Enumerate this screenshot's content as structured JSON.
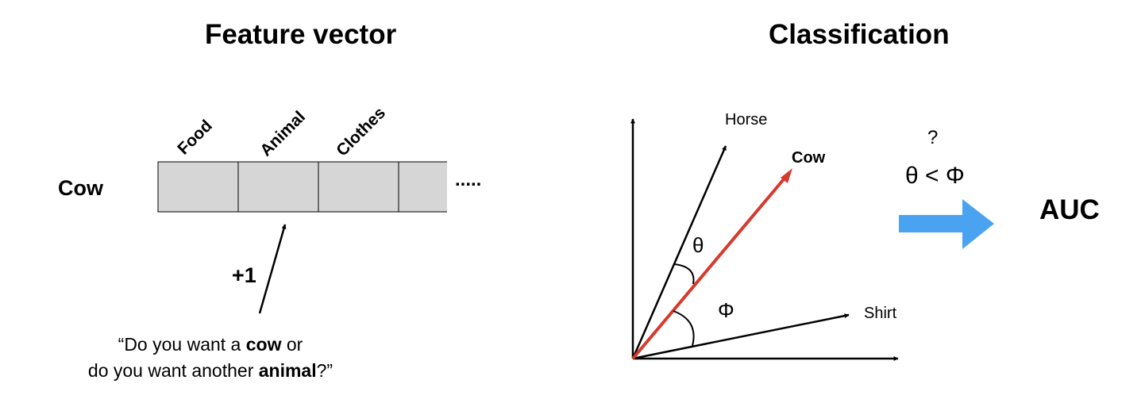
{
  "left_panel": {
    "title": "Feature vector",
    "row_label": "Cow",
    "columns": [
      "Food",
      "Animal",
      "Clothes"
    ],
    "ellipsis": ".....",
    "increment": "+1",
    "quote": {
      "line1_pre": "“Do you want a ",
      "line1_bold": "cow",
      "line1_post": " or",
      "line2_pre": "do you want another ",
      "line2_bold": "animal",
      "line2_post": "?”"
    }
  },
  "right_panel": {
    "title": "Classification",
    "vectors": [
      {
        "label": "Horse",
        "color": "#000000"
      },
      {
        "label": "Cow",
        "color": "#d63a2c"
      },
      {
        "label": "Shirt",
        "color": "#000000"
      }
    ],
    "angle_theta": "θ",
    "angle_phi": "Φ",
    "question": "?",
    "comparison": "θ < Φ",
    "result": "AUC",
    "arrow_color": "#4aa3f0",
    "cell_fill": "#d6d6d6"
  }
}
